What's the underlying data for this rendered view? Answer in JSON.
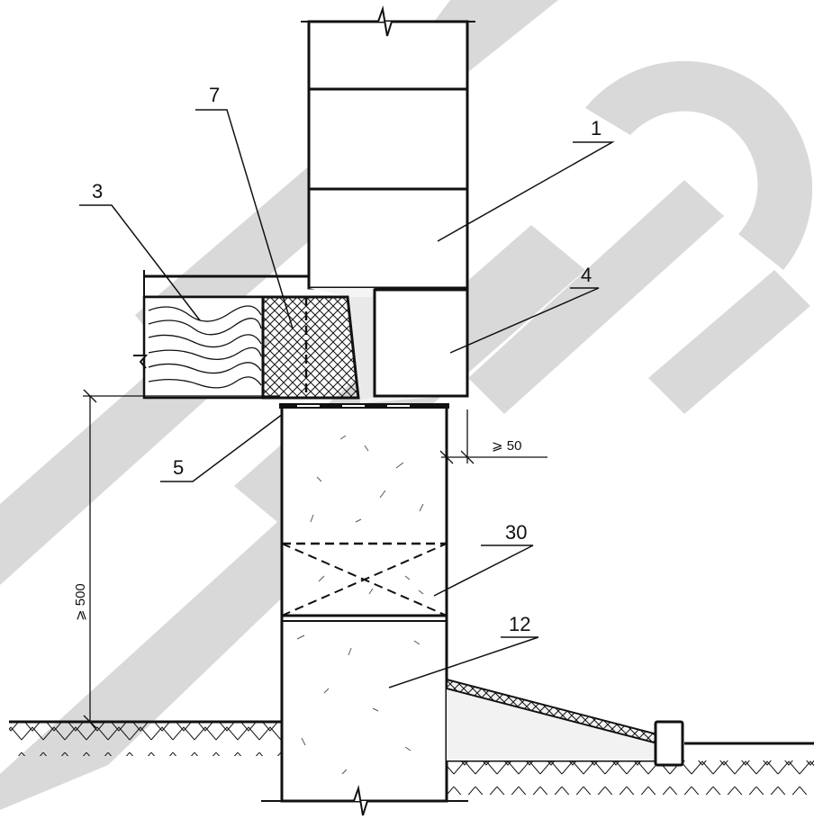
{
  "diagram": {
    "callouts": {
      "item_1": "1",
      "item_3": "3",
      "item_4": "4",
      "item_5": "5",
      "item_7": "7",
      "item_12": "12",
      "item_30": "30"
    },
    "dimensions": {
      "gap_label": "⩾ 50",
      "height_label": "⩾ 500"
    },
    "colors": {
      "line": "#111111",
      "watermark": "#d9d9d9",
      "background": "#ffffff"
    }
  }
}
